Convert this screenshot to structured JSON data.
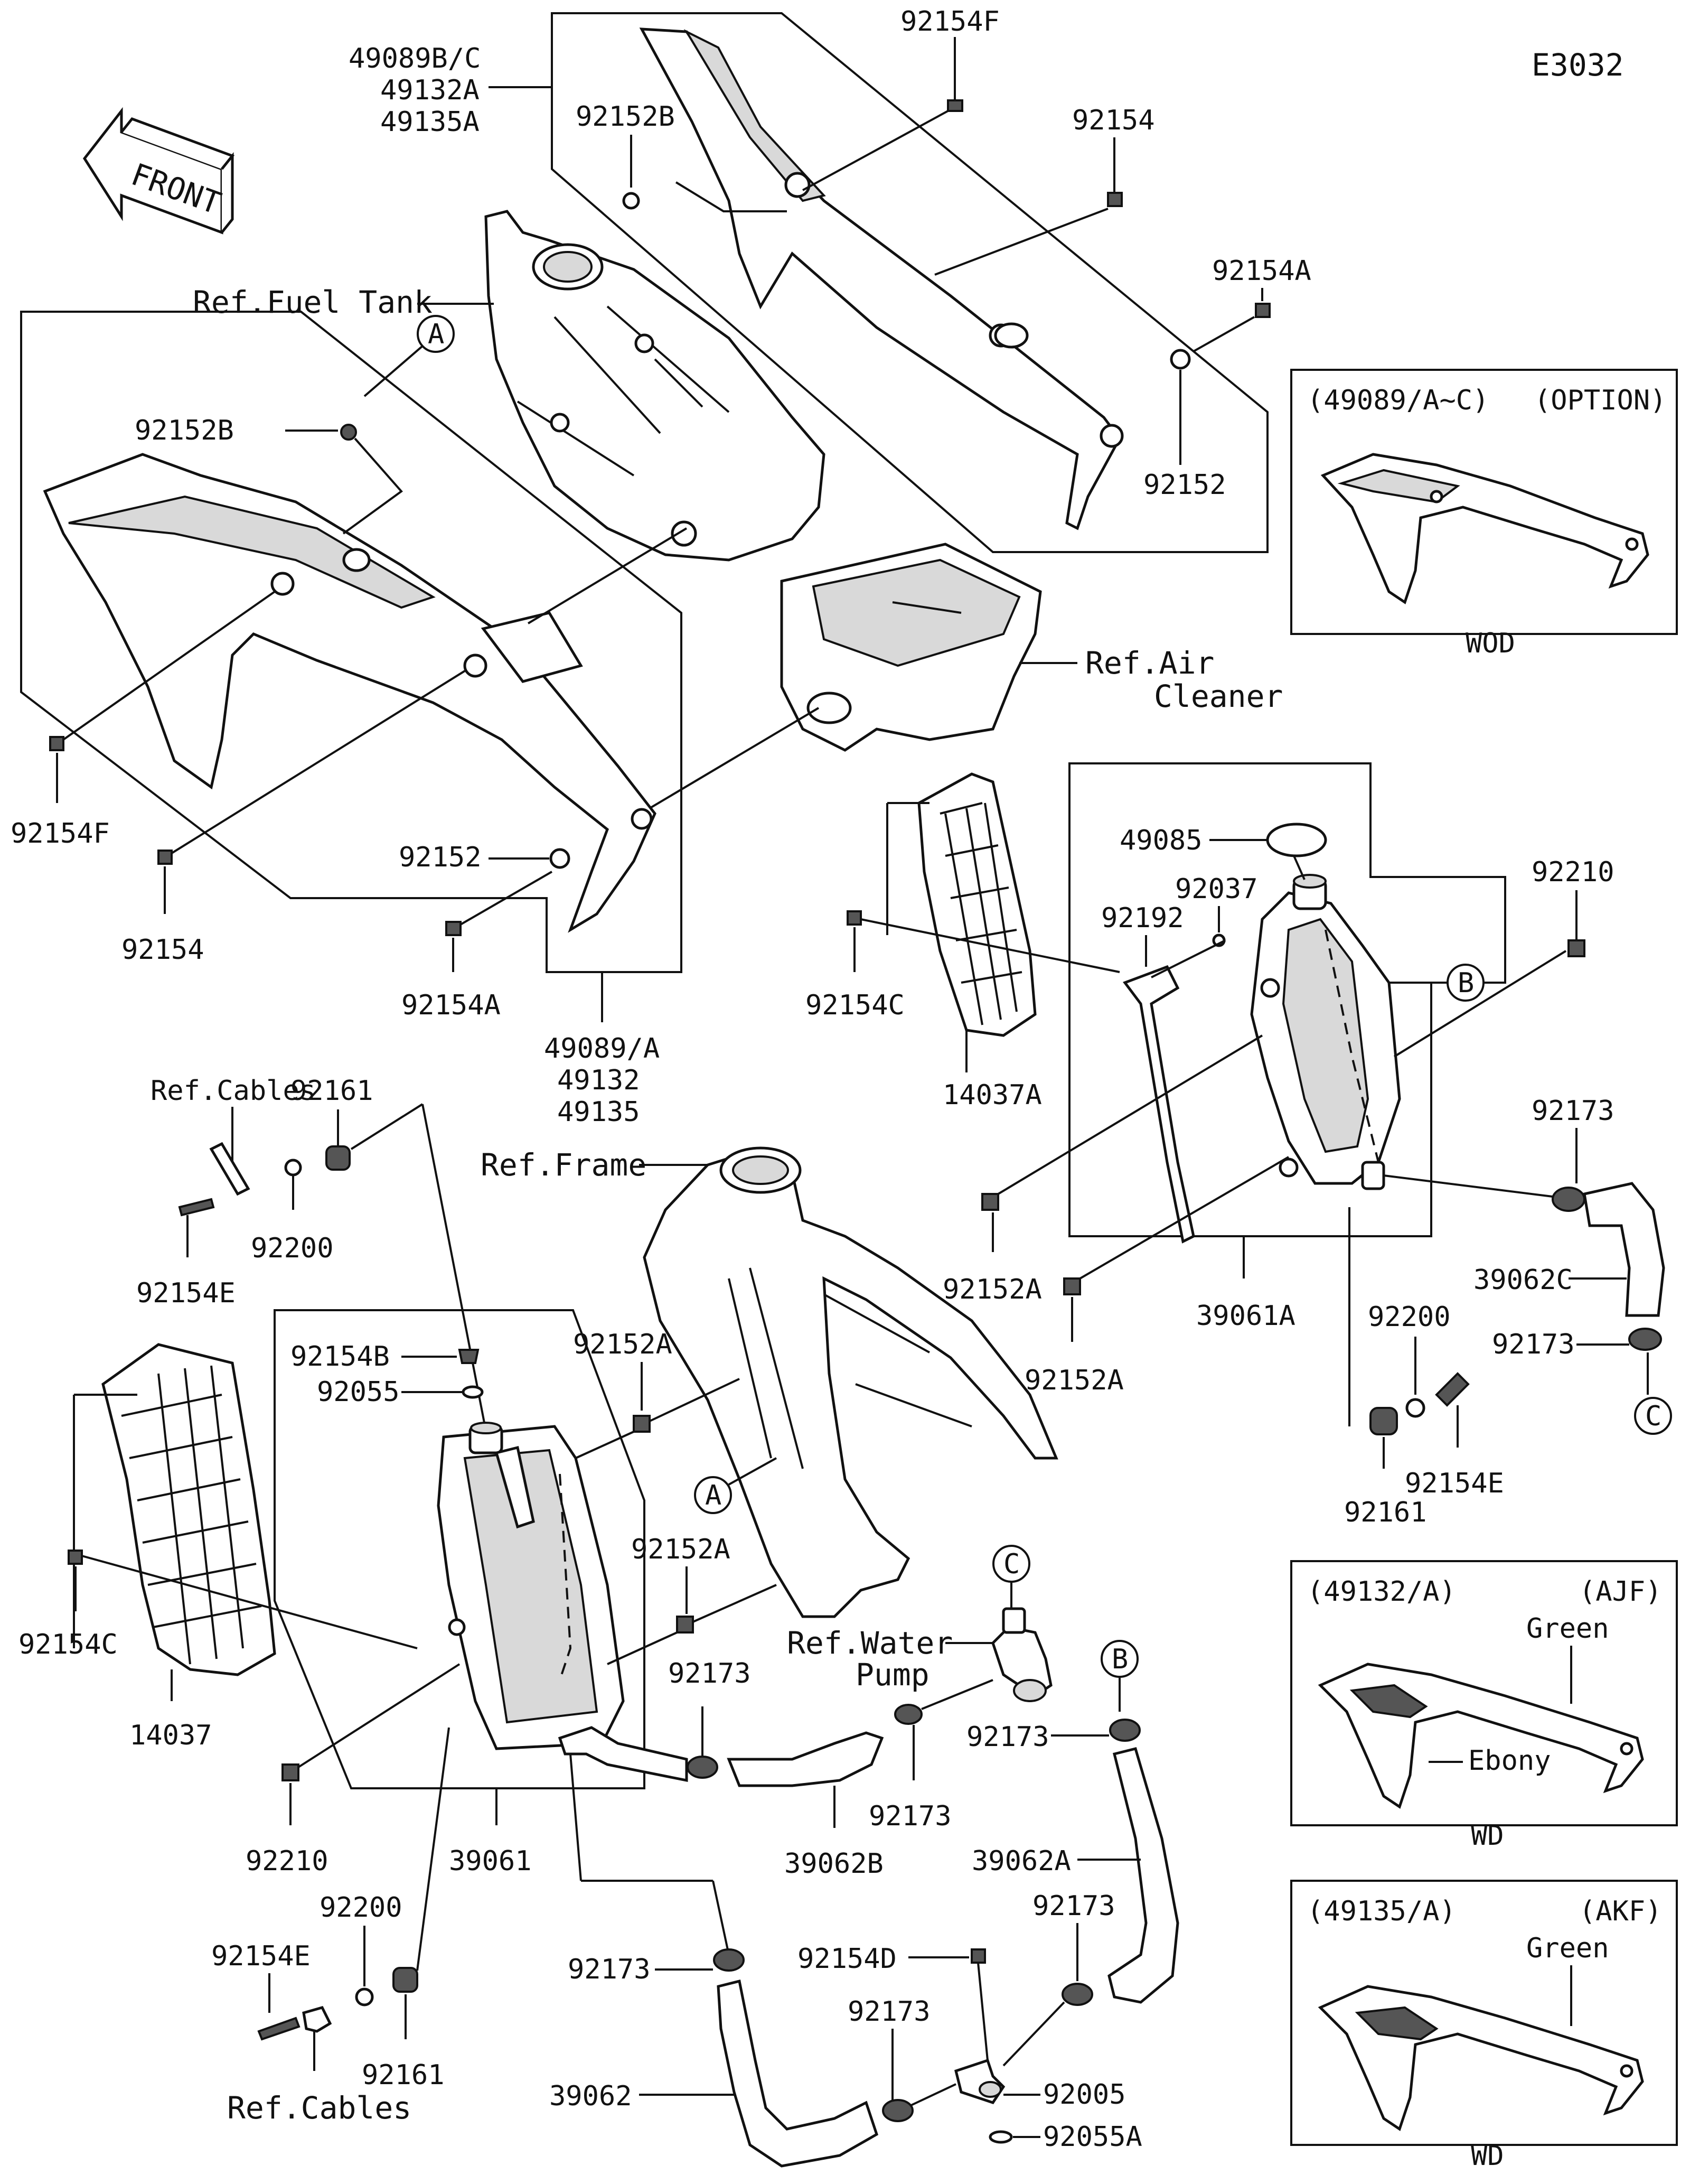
{
  "diagram_code": "E3032",
  "front_arrow_text": "FRONT",
  "labels": {
    "p49089bc": "49089B/C",
    "p49132a_top": "49132A",
    "p49135a_top": "49135A",
    "p92154f_top": "92154F",
    "p92152b_top": "92152B",
    "p92154_top": "92154",
    "p92154a_top": "92154A",
    "p92152_top": "92152",
    "ref_fuel_tank": "Ref.Fuel Tank",
    "p92152b_left": "92152B",
    "p92154f_left": "92154F",
    "p92154_left": "92154",
    "p92152_left": "92152",
    "p92154a_left": "92154A",
    "p49089a": "49089/A",
    "p49132": "49132",
    "p49135": "49135",
    "ref_air": "Ref.Air",
    "ref_cleaner": "Cleaner",
    "p49085": "49085",
    "p92037": "92037",
    "p92192": "92192",
    "p92210_right": "92210",
    "p92154c_mid": "92154C",
    "p14037a": "14037A",
    "p92173_r1": "92173",
    "p39062c": "39062C",
    "p92173_r2": "92173",
    "p39061a": "39061A",
    "p92152a_1": "92152A",
    "p92152a_2": "92152A",
    "p92200_r": "92200",
    "p92154e_r": "92154E",
    "p92161_r": "92161",
    "p92161_l": "92161",
    "ref_cables_l": "Ref.Cables",
    "p92200_l": "92200",
    "p92154e_l": "92154E",
    "ref_frame": "Ref.Frame",
    "p92154b": "92154B",
    "p92055": "92055",
    "p92152a_3": "92152A",
    "p92152a_4": "92152A",
    "p92154c_left": "92154C",
    "p14037": "14037",
    "ref_water": "Ref.Water",
    "ref_pump": "Pump",
    "p92173_m1": "92173",
    "p92173_m2": "92173",
    "p92173_m3": "92173",
    "p92210_left": "92210",
    "p39061": "39061",
    "p39062b": "39062B",
    "p39062a": "39062A",
    "p92200_b": "92200",
    "p92154e_b": "92154E",
    "p92161_b": "92161",
    "ref_cables_b": "Ref.Cables",
    "p92173_b1": "92173",
    "p92154d": "92154D",
    "p92173_b2": "92173",
    "p92173_b3": "92173",
    "p92005": "92005",
    "p92055a": "92055A",
    "p39062": "39062"
  },
  "callouts": {
    "a1": "A",
    "a2": "A",
    "b1": "B",
    "b2": "B",
    "c1": "C",
    "c2": "C"
  },
  "insets": [
    {
      "left_text": "(49089/A~C)",
      "right_text": "(OPTION)",
      "color1": "",
      "color2": "",
      "caption": "WOD"
    },
    {
      "left_text": "(49132/A)",
      "right_text": "(AJF)",
      "color1": "Green",
      "color2": "Ebony",
      "caption": "WD"
    },
    {
      "left_text": "(49135/A)",
      "right_text": "(AKF)",
      "color1": "Green",
      "color2": "",
      "caption": "WD"
    }
  ]
}
